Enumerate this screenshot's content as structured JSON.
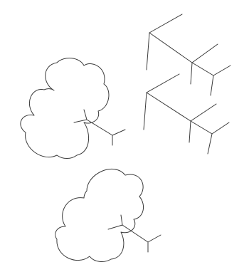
{
  "drawing": {
    "items": [
      {
        "kind": "cloud-with-branch"
      },
      {
        "kind": "branch"
      },
      {
        "kind": "branch"
      },
      {
        "kind": "cloud-with-branch"
      }
    ],
    "stroke_color": "#3a3a3a",
    "background_color": "#ffffff"
  }
}
